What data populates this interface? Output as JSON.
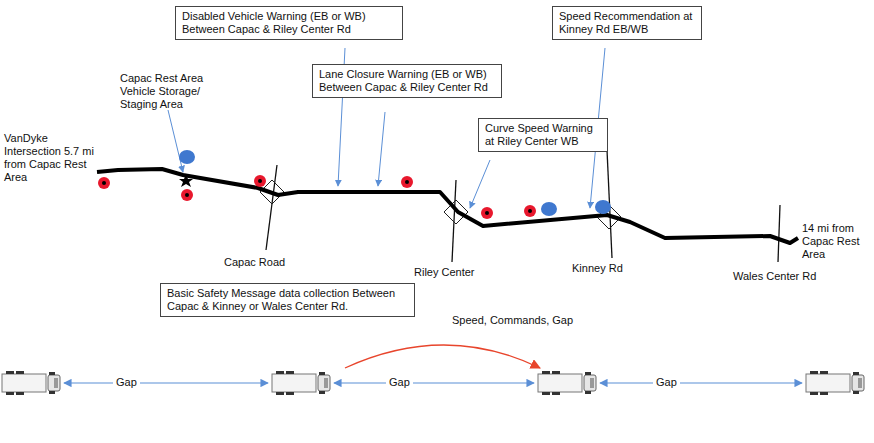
{
  "diagram": {
    "nodes": [
      {
        "text": [
          "Disabled Vehicle Warning (EB or WB) Between Capac & Riley Center Rd"
        ]
      },
      {
        "text": [
          "Speed Recommendation at Kinney Rd EB/WB"
        ]
      },
      {
        "text": [
          "Lane Closure Warning (EB or WB) Between Capac & Riley Center Rd"
        ]
      },
      {
        "text": [
          "Curve Speed Warning at Riley Center WB"
        ]
      },
      {
        "text": [
          "Basic Safety Message data collection Between Capac & Kinney or Wales Center Rd."
        ]
      }
    ],
    "labels": [
      "VanDyke Intersection 5.7 mi from Capac Rest Area",
      "Capac Rest Area Vehicle Storage/ Staging Area",
      "Capac Road",
      "Riley Center",
      "Kinney Rd",
      "Wales Center Rd",
      "14 mi from Capac Rest Area",
      "Speed, Commands, Gap",
      "Gap",
      "Gap",
      "Gap"
    ]
  }
}
